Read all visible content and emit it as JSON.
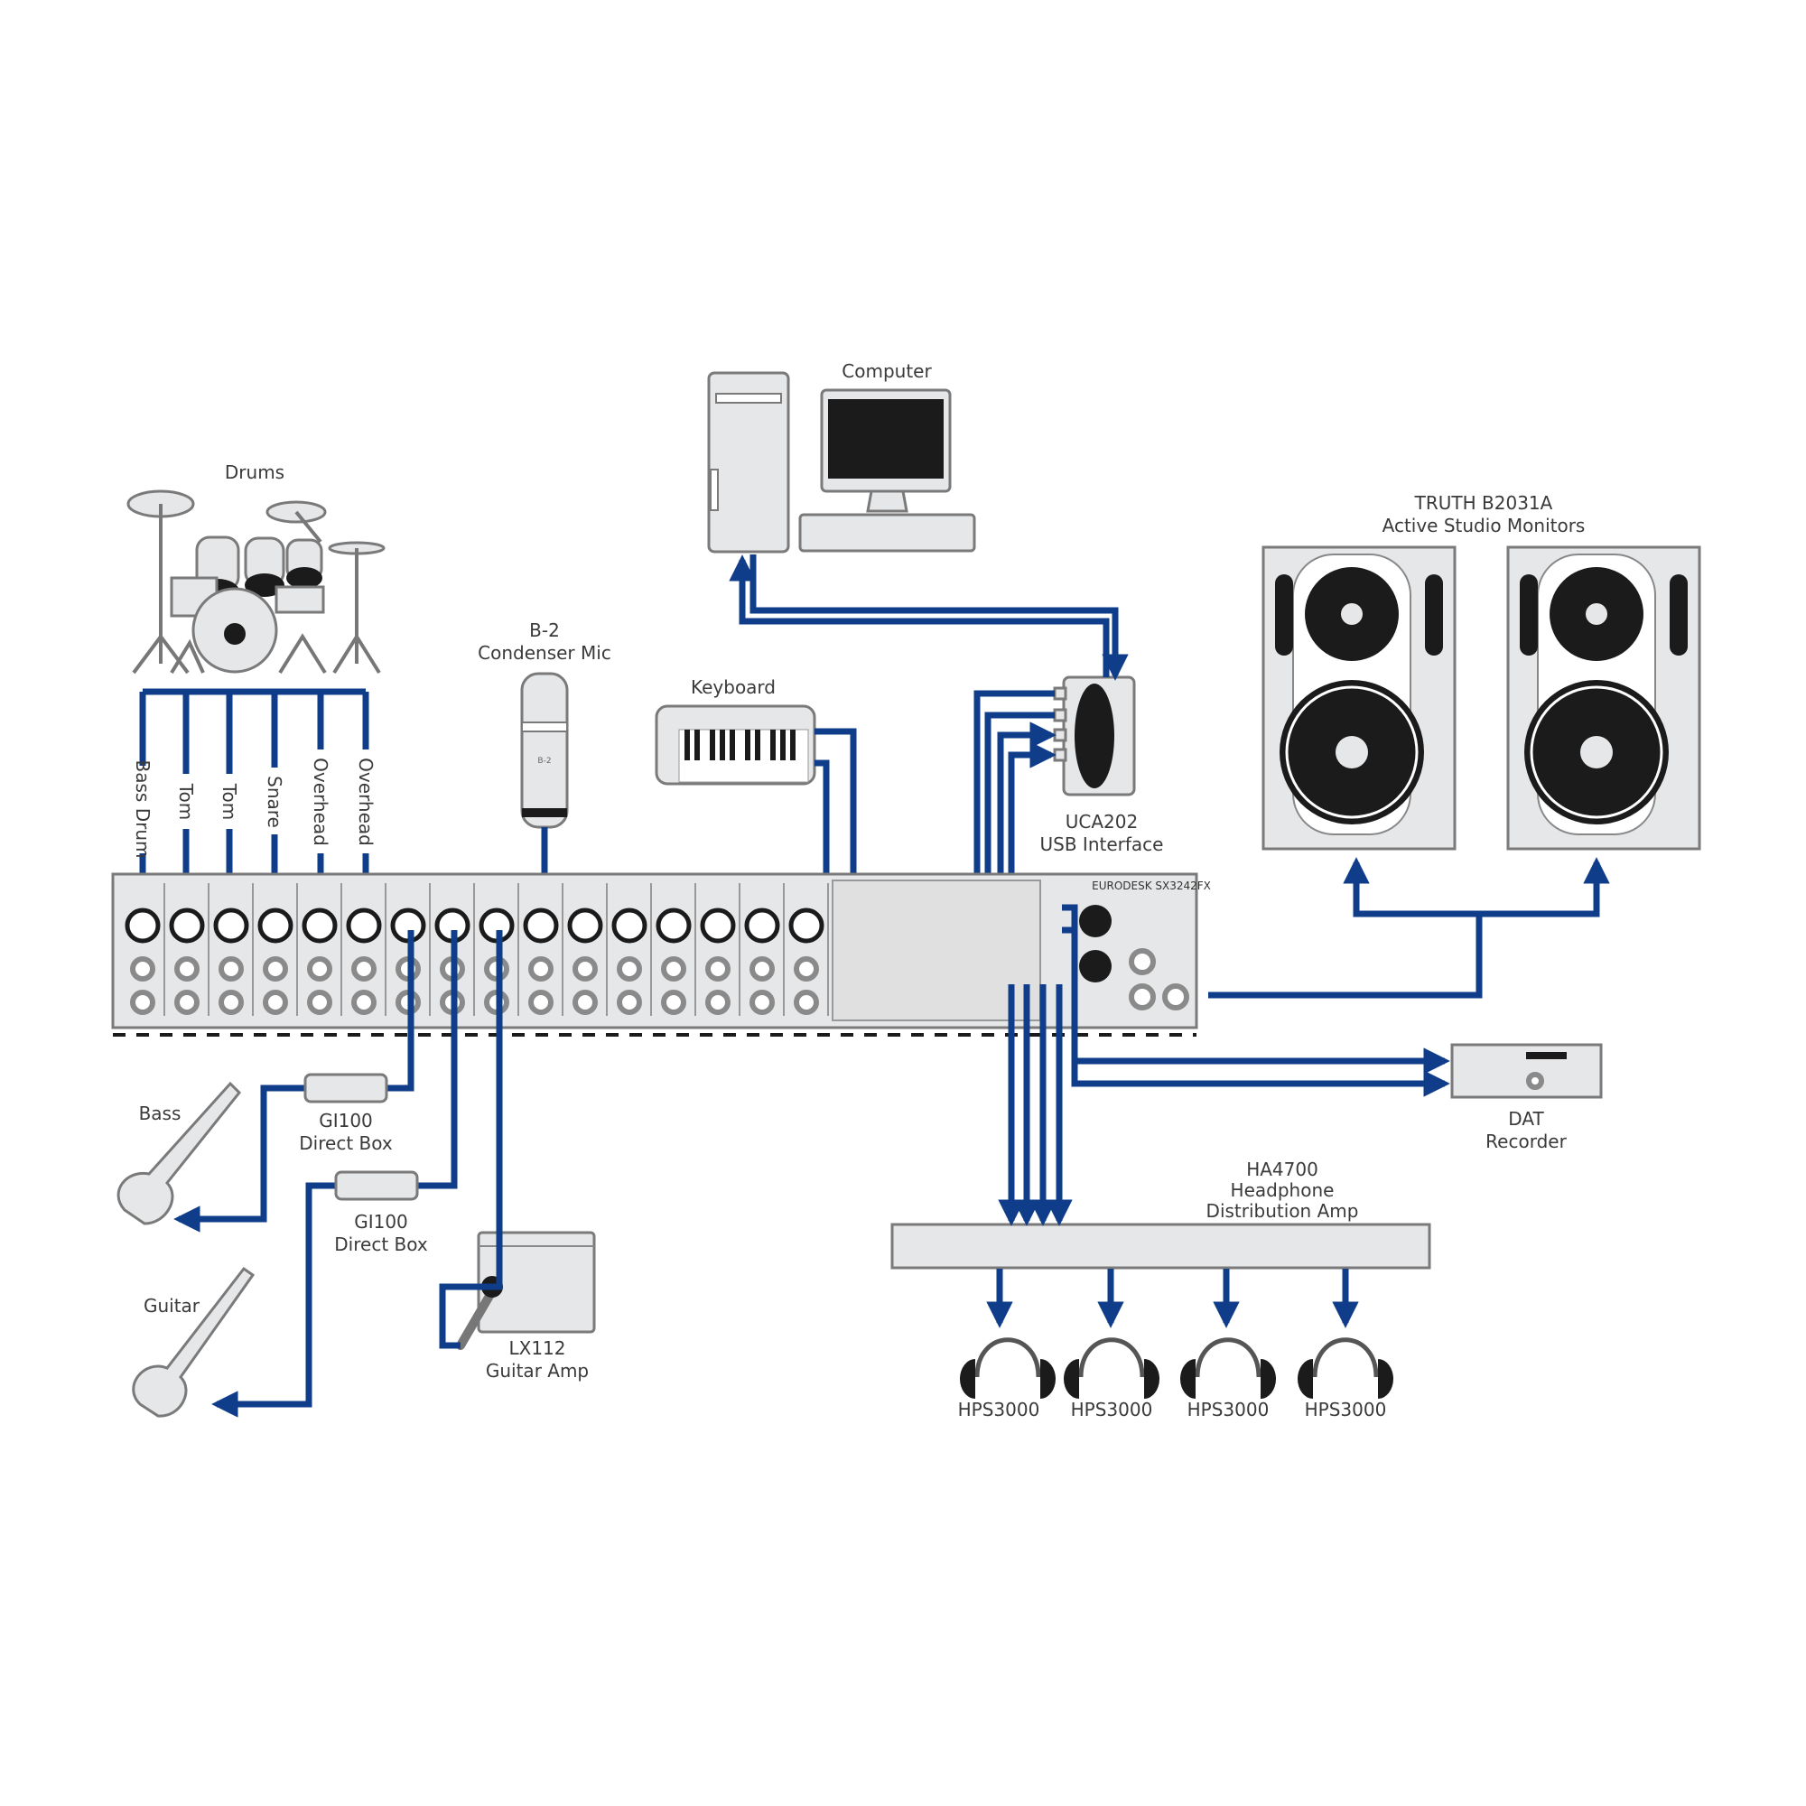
{
  "colors": {
    "cable": "#0f3d8a",
    "device_fill": "#e6e7e8",
    "device_stroke": "#7a7a7a",
    "dark": "#1b1b1b",
    "text": "#3a3a3a"
  },
  "devices": {
    "drums": {
      "label": "Drums"
    },
    "drum_channels": [
      "Bass Drum",
      "Tom",
      "Tom",
      "Snare",
      "Overhead",
      "Overhead"
    ],
    "condenser_mic": {
      "line1": "B-2",
      "line2": "Condenser Mic",
      "body_text": "B-2"
    },
    "computer": {
      "label": "Computer"
    },
    "keyboard": {
      "label": "Keyboard"
    },
    "usb_interface": {
      "line1": "UCA202",
      "line2": "USB Interface"
    },
    "monitors": {
      "line1": "TRUTH B2031A",
      "line2": "Active Studio Monitors"
    },
    "mixer": {
      "label": "EURODESK SX3242FX"
    },
    "bass": {
      "label": "Bass"
    },
    "guitar": {
      "label": "Guitar"
    },
    "direct_box_1": {
      "line1": "GI100",
      "line2": "Direct Box"
    },
    "direct_box_2": {
      "line1": "GI100",
      "line2": "Direct Box"
    },
    "guitar_amp": {
      "line1": "LX112",
      "line2": "Guitar Amp"
    },
    "dat_recorder": {
      "line1": "DAT",
      "line2": "Recorder"
    },
    "headphone_amp": {
      "line1": "HA4700",
      "line2": "Headphone",
      "line3": "Distribution Amp"
    },
    "headphones": [
      "HPS3000",
      "HPS3000",
      "HPS3000",
      "HPS3000"
    ]
  }
}
